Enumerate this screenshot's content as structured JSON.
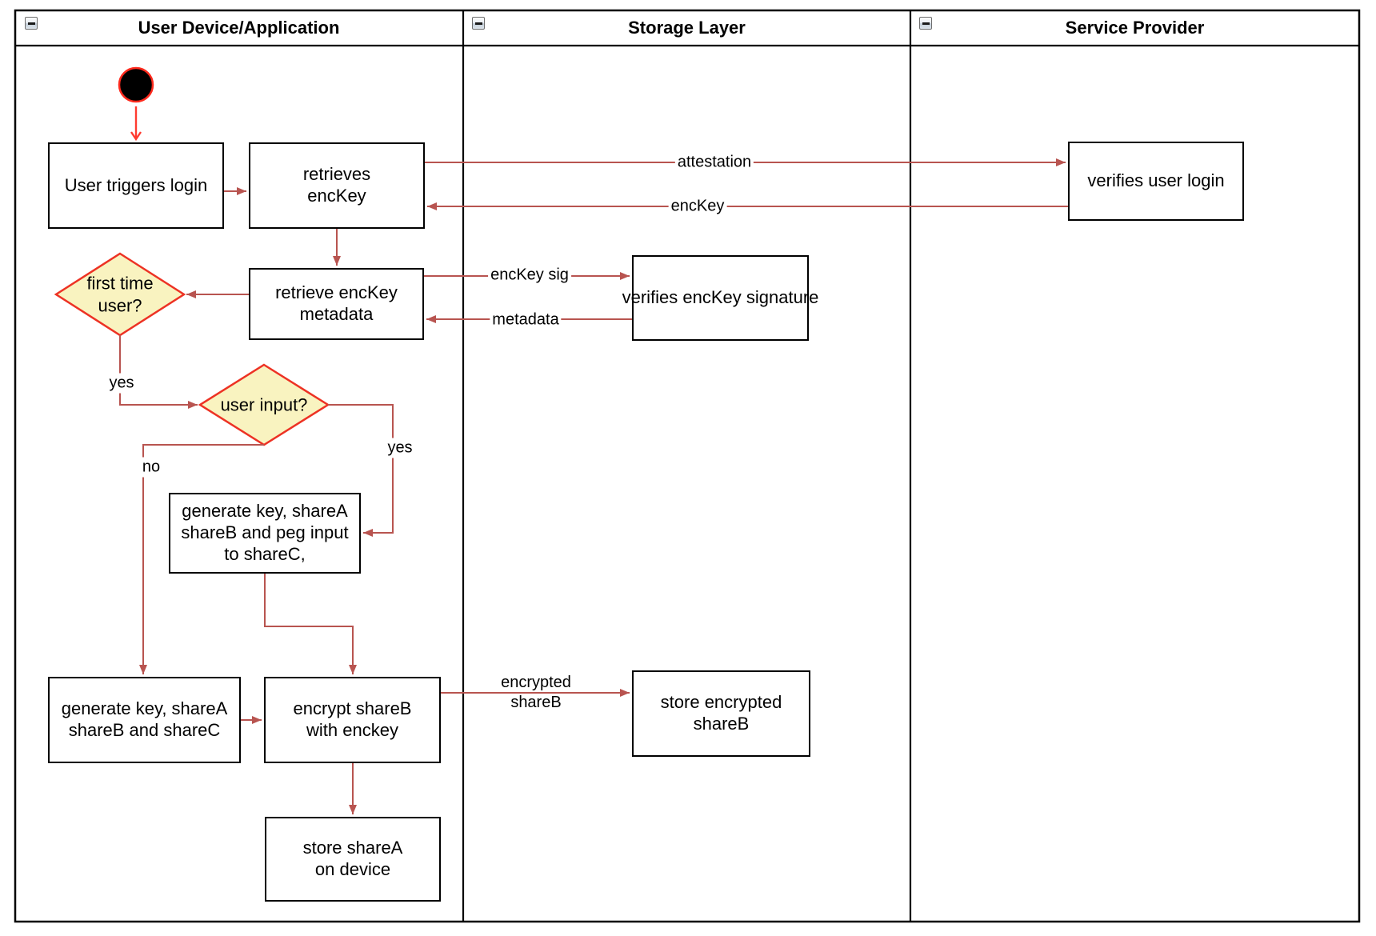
{
  "colors": {
    "arrow": "#b85450",
    "start_arrow": "#ff3b30",
    "start_fill": "#000000",
    "start_border": "#ff2a1d",
    "diamond_fill": "#f9f3c0",
    "diamond_border": "#ed3224",
    "box_fill": "#ffffff",
    "box_border": "#000000"
  },
  "lanes": [
    {
      "title": "User Device/Application"
    },
    {
      "title": "Storage Layer"
    },
    {
      "title": "Service Provider"
    }
  ],
  "nodes": {
    "user_triggers_login": "User triggers login",
    "retrieves_enckey": "retrieves\nencKey",
    "retrieve_enckey_metadata": "retrieve encKey\nmetadata",
    "first_time_user": "first time\nuser?",
    "user_input": "user input?",
    "generate_peg": "generate key, shareA\nshareB and peg input\nto shareC,",
    "generate_shares": "generate key, shareA\nshareB and shareC",
    "encrypt_shareb": "encrypt shareB\nwith enckey",
    "store_sharea": "store shareA\non device",
    "verifies_enckey_signature": "verifies encKey signature",
    "store_encrypted_shareb": "store encrypted\nshareB",
    "verifies_user_login": "verifies user login"
  },
  "edge_labels": {
    "attestation": "attestation",
    "enckey": "encKey",
    "enckey_sig": "encKey sig",
    "metadata": "metadata",
    "yes_first_time": "yes",
    "no_user_input": "no",
    "yes_user_input": "yes",
    "encrypted_shareb": "encrypted\nshareB"
  }
}
